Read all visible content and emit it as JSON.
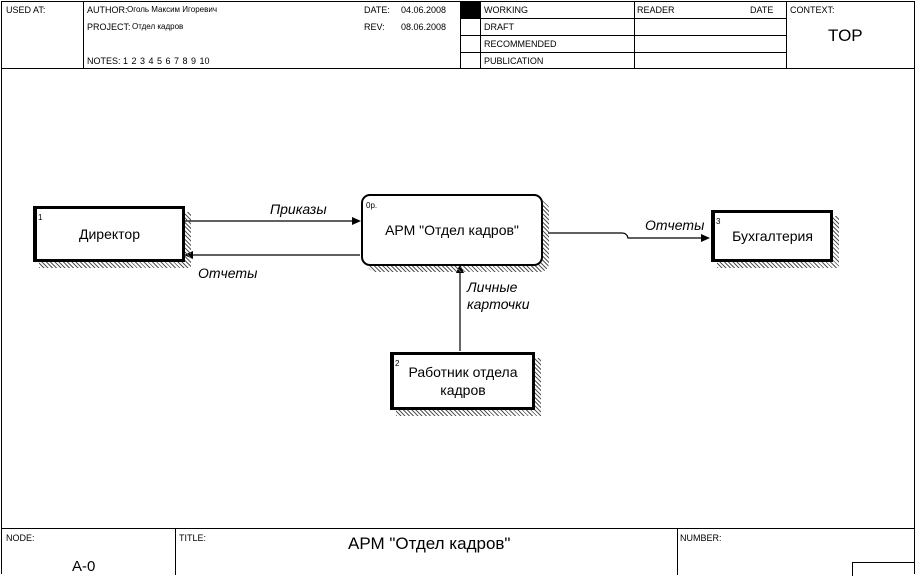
{
  "header": {
    "used_at_label": "USED AT:",
    "author_label": "AUTHOR:",
    "author_value": "Оголь Максим Игоревич",
    "project_label": "PROJECT:",
    "project_value": "Отдел кадров",
    "notes_label": "NOTES:",
    "notes_values": "1 2 3 4 5 6 7 8 9 10",
    "date_label": "DATE:",
    "date_value": "04.06.2008",
    "rev_label": "REV:",
    "rev_value": "08.06.2008",
    "status_items": [
      "WORKING",
      "DRAFT",
      "RECOMMENDED",
      "PUBLICATION"
    ],
    "reader_label": "READER",
    "reader_date_label": "DATE",
    "context_label": "CONTEXT:",
    "context_value": "TOP"
  },
  "diagram": {
    "entities": [
      {
        "id": "1",
        "label": "Директор"
      },
      {
        "id": "2",
        "label": "Работник отдела кадров"
      },
      {
        "id": "3",
        "label": "Бухгалтерия"
      }
    ],
    "process": {
      "id": "0р.",
      "label": "АРМ \"Отдел кадров\""
    },
    "flows": [
      {
        "label": "Приказы"
      },
      {
        "label": "Отчеты"
      },
      {
        "label": "Отчеты"
      },
      {
        "label": "Личные карточки"
      }
    ]
  },
  "footer": {
    "node_label": "NODE:",
    "node_value": "A-0",
    "title_label": "TITLE:",
    "title_value": "АРМ \"Отдел кадров\"",
    "number_label": "NUMBER:"
  }
}
